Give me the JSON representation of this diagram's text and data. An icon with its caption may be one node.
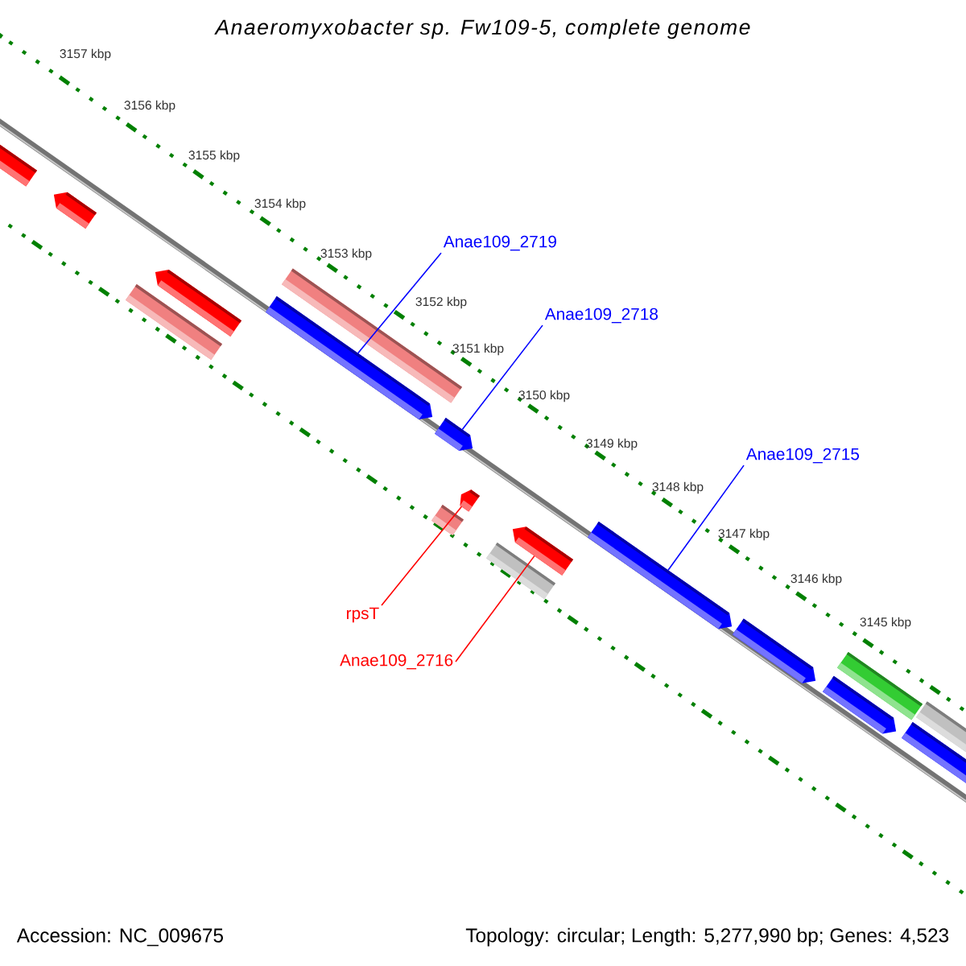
{
  "diagram": {
    "title": "Anaeromyxobacter sp. Fw109-5, complete genome",
    "nodes": [
      {
        "text": [
          "Anae109_2719"
        ]
      },
      {
        "text": [
          "Anae109_2718"
        ]
      },
      {
        "text": [
          "Anae109_2715"
        ]
      },
      {
        "text": [
          "rpsT"
        ]
      },
      {
        "text": [
          "Anae109_2716"
        ]
      },
      {
        "text": [],
        "shape": "bar"
      },
      {
        "text": [],
        "shape": "bar"
      },
      {
        "text": [],
        "shape": "bar"
      },
      {
        "text": [],
        "shape": "bar"
      },
      {
        "text": [],
        "shape": "bar"
      },
      {
        "text": [],
        "shape": "bar"
      },
      {
        "text": [],
        "shape": "bar"
      },
      {
        "text": [],
        "shape": "bar"
      },
      {
        "text": [],
        "shape": "bar"
      },
      {
        "text": [],
        "shape": "bar"
      },
      {
        "text": [],
        "shape": "bar"
      },
      {
        "text": [],
        "shape": "bar"
      },
      {
        "text": [],
        "shape": "bar"
      },
      {
        "text": [],
        "shape": "bar"
      },
      {
        "text": [],
        "shape": "bar"
      },
      {
        "text": [],
        "shape": "bar"
      },
      {
        "text": [],
        "shape": "bar"
      }
    ],
    "edges": [
      {
        "from": 0,
        "to": 9,
        "arrow": "none",
        "color": "#0000ff"
      },
      {
        "from": 1,
        "to": 12,
        "arrow": "none",
        "color": "#0000ff"
      },
      {
        "from": 2,
        "to": 16,
        "arrow": "none",
        "color": "#0000ff"
      },
      {
        "from": 3,
        "to": 13,
        "arrow": "none",
        "color": "#ff0000"
      },
      {
        "from": 4,
        "to": 15,
        "arrow": "none",
        "color": "#ff0000"
      }
    ],
    "labels": [
      "3157 kbp",
      "3156 kbp",
      "3155 kbp",
      "3154 kbp",
      "3153 kbp",
      "3152 kbp",
      "3151 kbp",
      "3150 kbp",
      "3149 kbp",
      "3148 kbp",
      "3147 kbp",
      "3146 kbp",
      "3145 kbp",
      "Accession: NC_009675",
      "Topology: circular; Length: 5,277,990 bp; Genes: 4,523"
    ]
  }
}
